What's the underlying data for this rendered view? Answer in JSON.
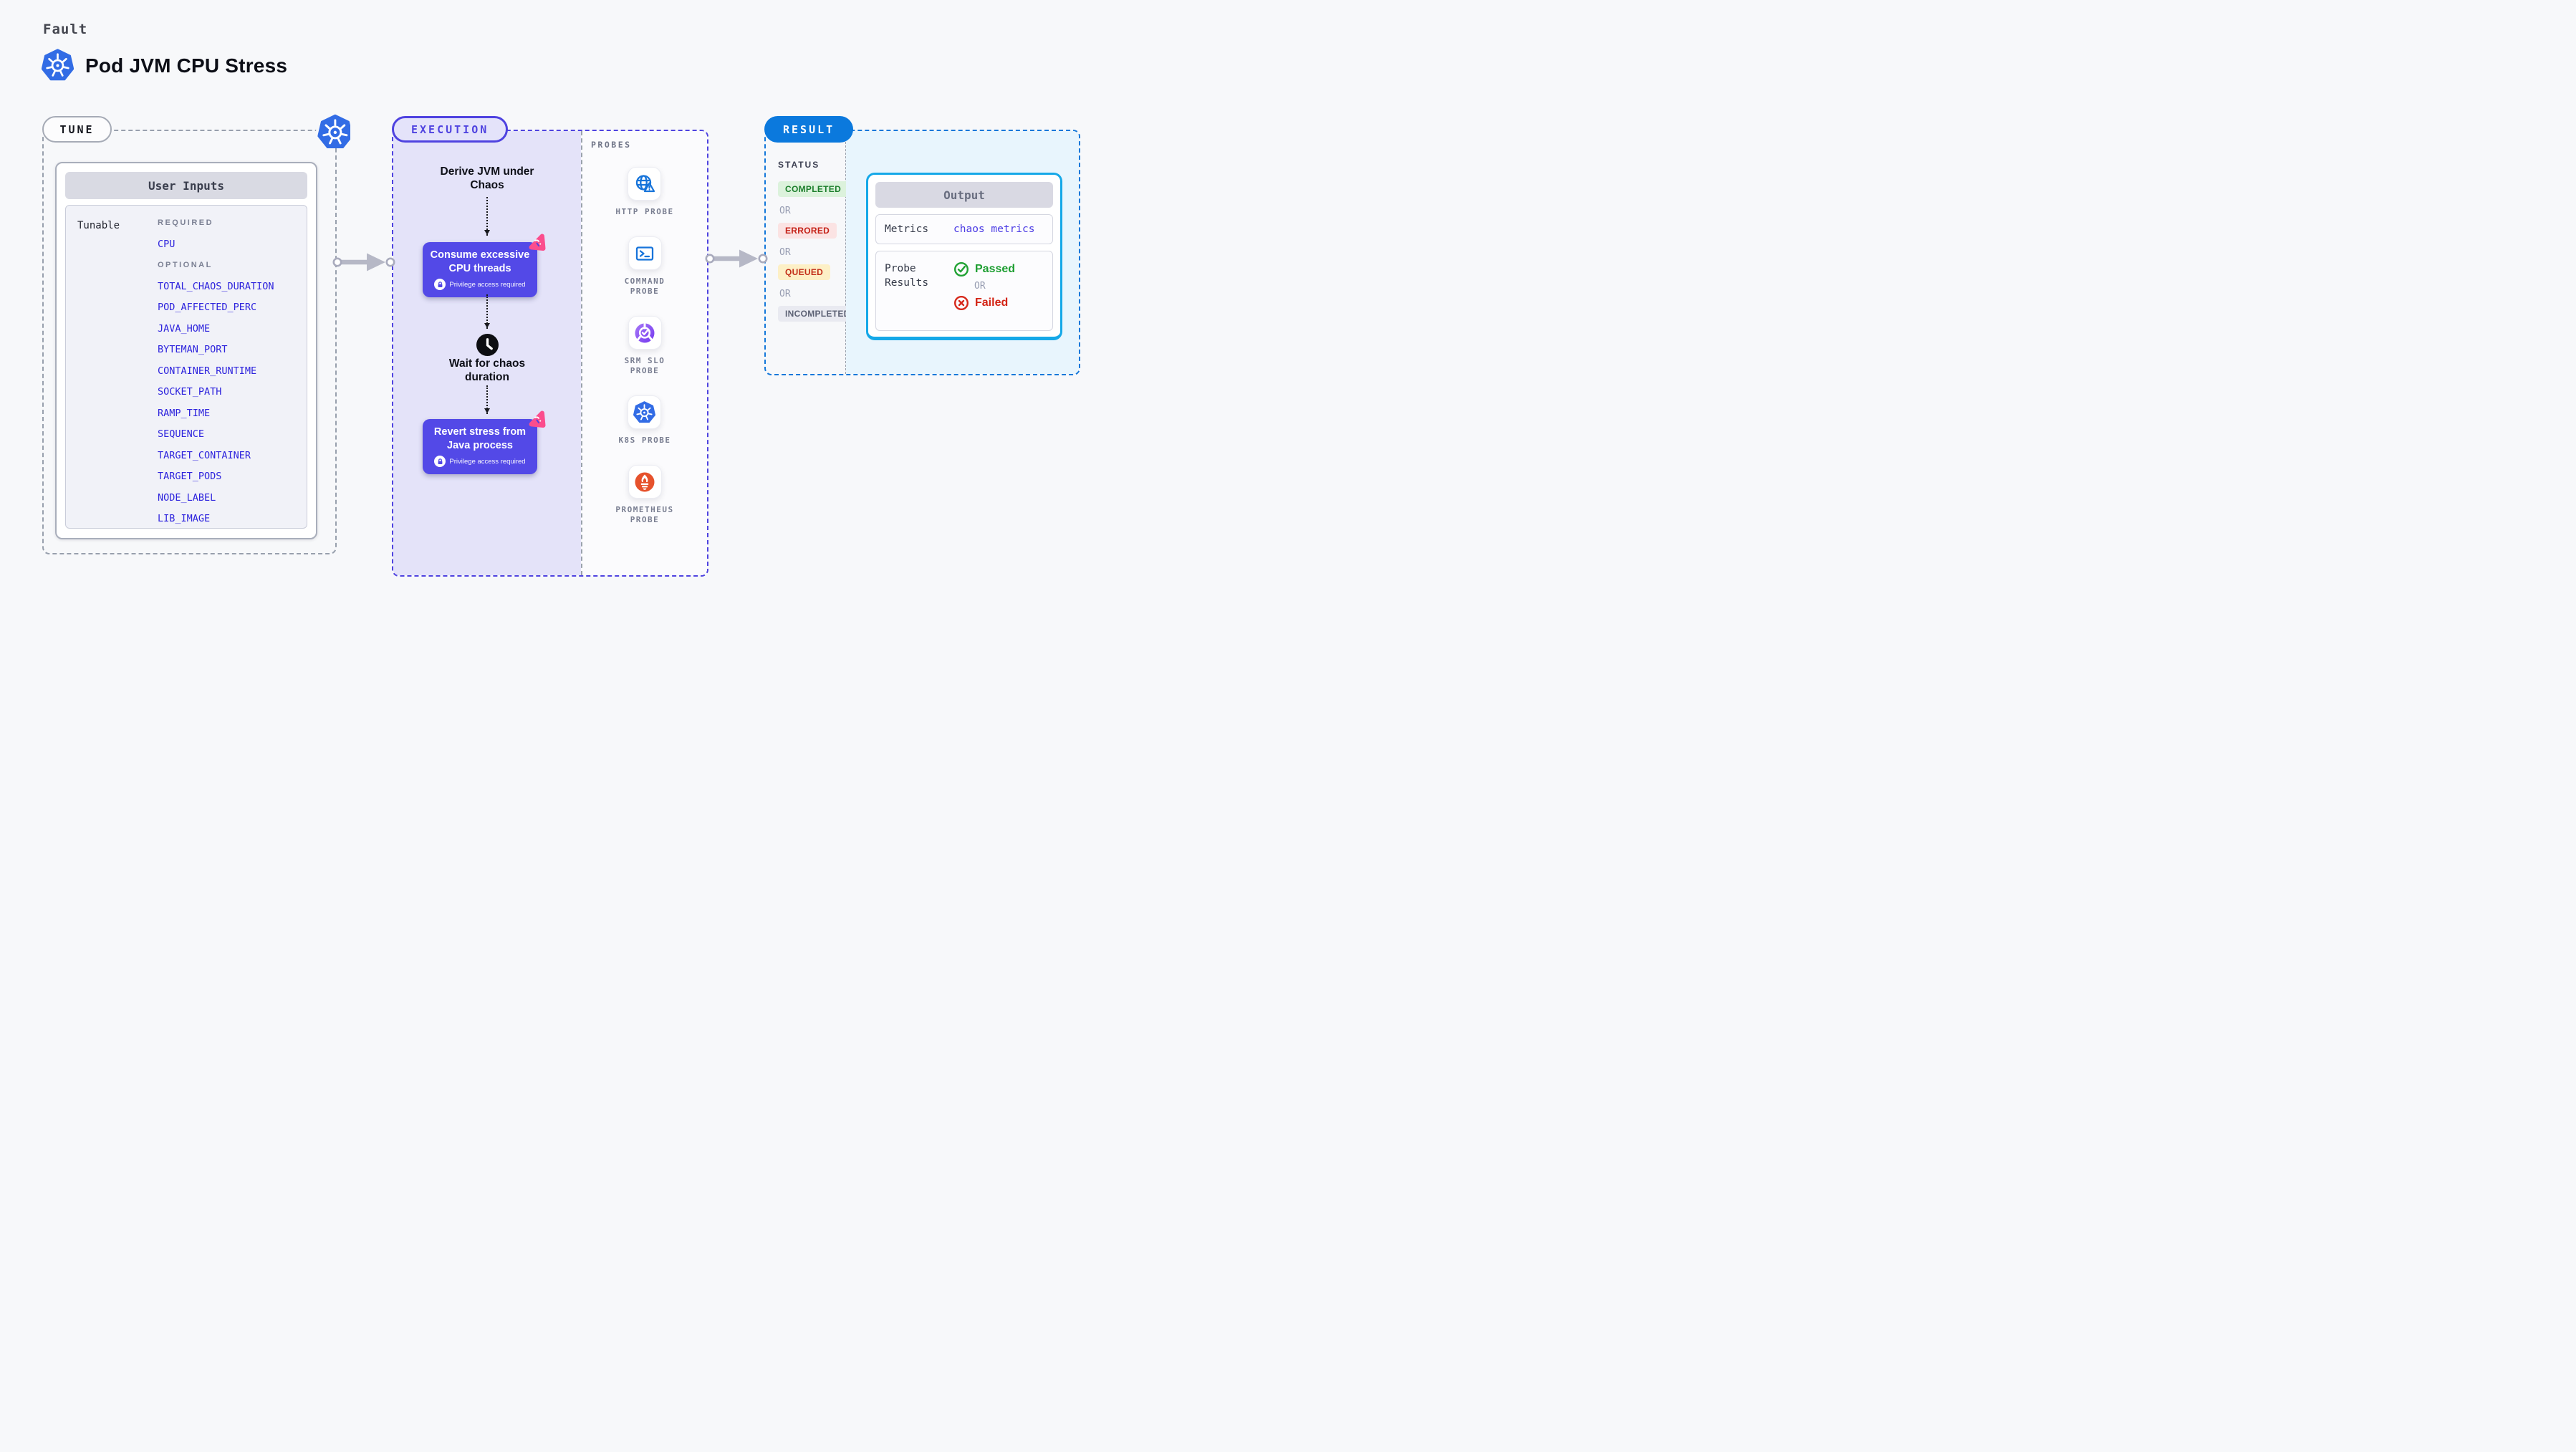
{
  "header": {
    "eyebrow": "Fault",
    "title": "Pod JVM CPU Stress"
  },
  "tune": {
    "pill": "TUNE",
    "card_title": "User Inputs",
    "row_label": "Tunable",
    "required_label": "REQUIRED",
    "optional_label": "OPTIONAL",
    "required_params": [
      "CPU"
    ],
    "optional_params": [
      "TOTAL_CHAOS_DURATION",
      "POD_AFFECTED_PERC",
      "JAVA_HOME",
      "BYTEMAN_PORT",
      "CONTAINER_RUNTIME",
      "SOCKET_PATH",
      "RAMP_TIME",
      "SEQUENCE",
      "TARGET_CONTAINER",
      "TARGET_PODS",
      "NODE_LABEL",
      "LIB_IMAGE"
    ]
  },
  "execution": {
    "pill": "EXECUTION",
    "step_derive": "Derive JVM under Chaos",
    "node_consume": "Consume excessive CPU threads",
    "consume_badge": "Privilege access required",
    "step_wait": "Wait for chaos duration",
    "node_revert": "Revert stress from Java process",
    "revert_badge": "Privilege access required"
  },
  "probes": {
    "title": "PROBES",
    "items": [
      {
        "name": "HTTP PROBE",
        "icon": "globe-alert-icon"
      },
      {
        "name": "COMMAND PROBE",
        "icon": "terminal-icon"
      },
      {
        "name": "SRM SLO PROBE",
        "icon": "slo-check-icon"
      },
      {
        "name": "K8S PROBE",
        "icon": "kubernetes-icon"
      },
      {
        "name": "PROMETHEUS PROBE",
        "icon": "prometheus-icon"
      }
    ]
  },
  "result": {
    "pill": "RESULT",
    "status_label": "STATUS",
    "or_label": "OR",
    "statuses": [
      {
        "label": "COMPLETED",
        "bg": "#dcf2dc",
        "color": "#1d7f2c"
      },
      {
        "label": "ERRORED",
        "bg": "#fbe3e3",
        "color": "#c42117"
      },
      {
        "label": "QUEUED",
        "bg": "#fdf0c6",
        "color": "#c22d18"
      },
      {
        "label": "INCOMPLETED",
        "bg": "#e9eaf1",
        "color": "#5d6275"
      }
    ],
    "output": {
      "title": "Output",
      "metrics_label": "Metrics",
      "metrics_value": "chaos metrics",
      "probe_results_label": "Probe Results",
      "passed_label": "Passed",
      "failed_label": "Failed"
    }
  },
  "colors": {
    "page_bg": "#f7f8fa",
    "node_indigo": "#5349e7",
    "execution_border": "#4f43e0",
    "execution_fill": "#e4e3f9",
    "param_blue": "#2d23dd",
    "result_blue": "#0b79dd",
    "result_dash": "#1478da",
    "output_border": "#15a8e8",
    "result_fill": "#e8f5fd",
    "sparkle_pink": "#fb4d8d",
    "arrow_gray": "#b6b8c6",
    "k8s_blue": "#326ce5",
    "prometheus_orange": "#e6522c",
    "passed_green": "#1d9e31",
    "failed_red": "#d32415"
  }
}
